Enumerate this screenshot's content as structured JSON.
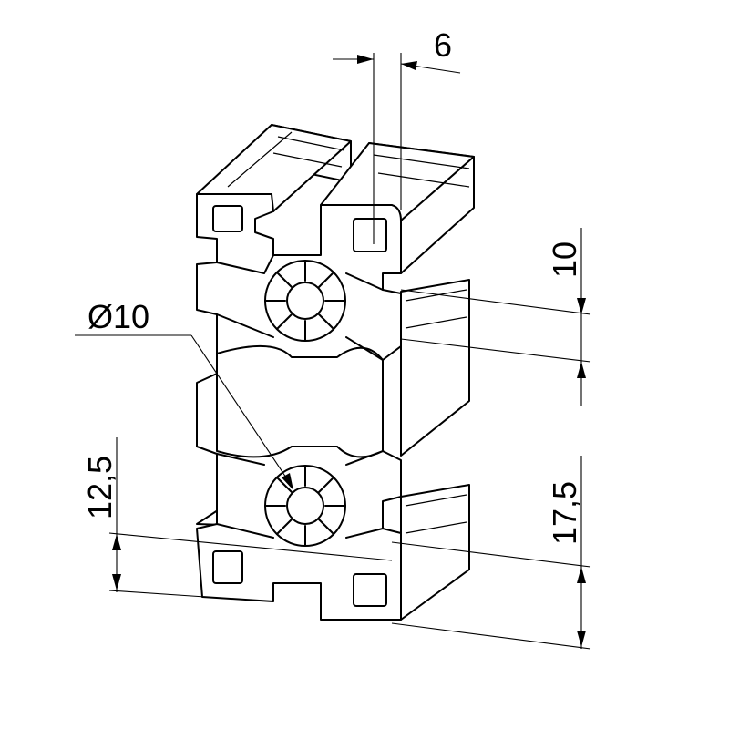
{
  "dimensions": {
    "slot_width": "6",
    "slot_offset_top": "10",
    "bore_diameter": "Ø10",
    "edge_to_slot_left": "12,5",
    "edge_to_slot_right": "17,5"
  }
}
